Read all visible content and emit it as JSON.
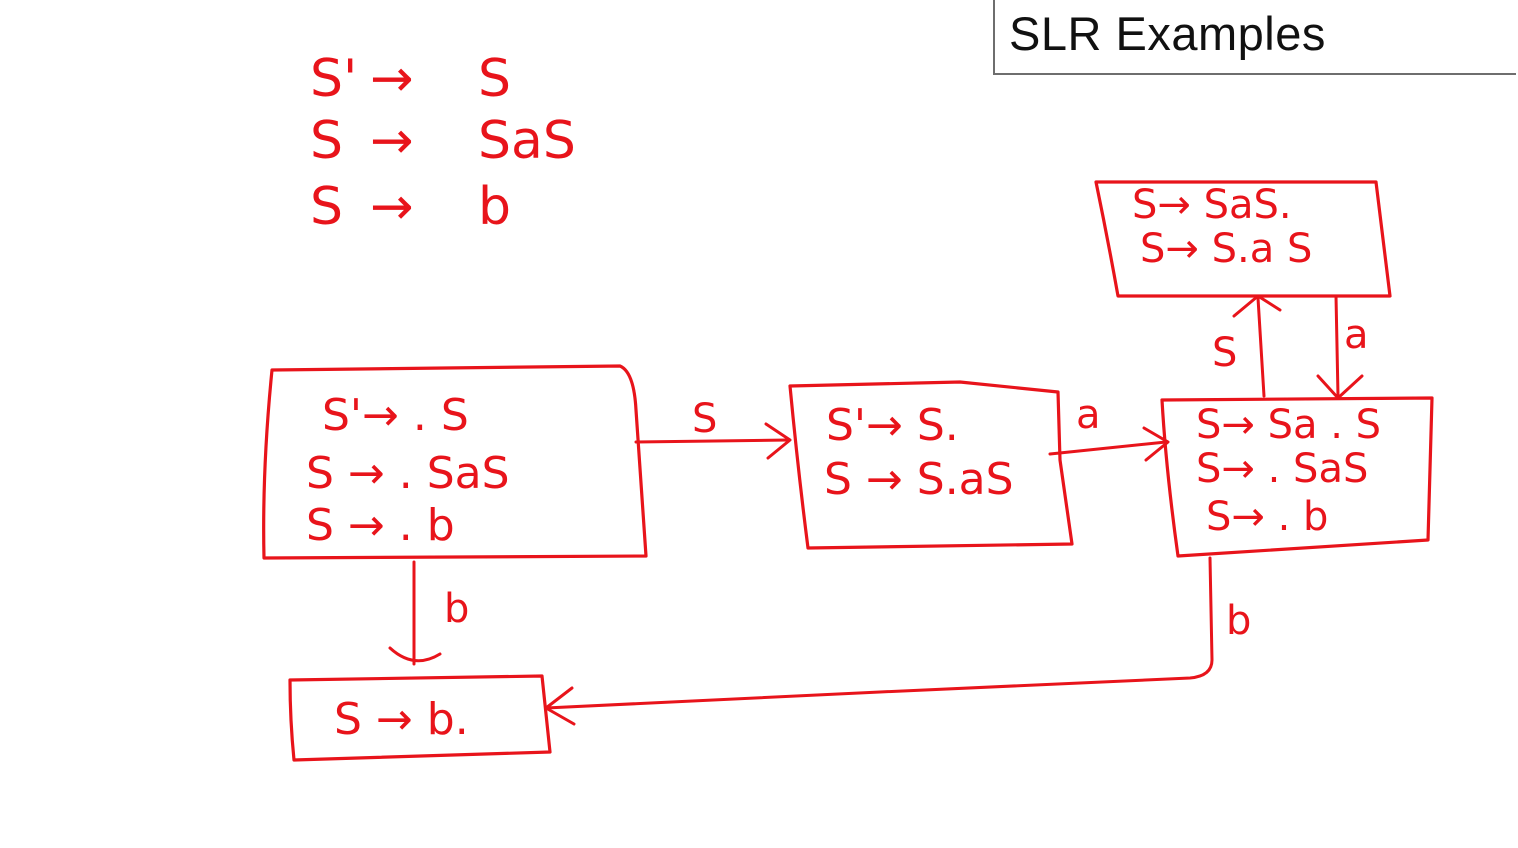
{
  "title": "SLR Examples",
  "colors": {
    "ink": "#e8141b",
    "title_border": "#6e6e6e"
  },
  "grammar": [
    {
      "lhs": "S'",
      "rhs": "S"
    },
    {
      "lhs": "S",
      "rhs": "SaS"
    },
    {
      "lhs": "S",
      "rhs": "b"
    }
  ],
  "arrow_glyph": "→",
  "states": {
    "i0": [
      "S'→ . S",
      "S → . SaS",
      "S → . b"
    ],
    "i1": [
      "S'→ S.",
      "S → S.aS"
    ],
    "i2": [
      "S→ Sa . S",
      "S→ . SaS",
      "S→ . b"
    ],
    "i3": [
      "S→ SaS.",
      "S→ S.a S"
    ],
    "i4": [
      "S → b."
    ]
  },
  "transitions": {
    "i0_to_i1": "S",
    "i1_to_i2": "a",
    "i2_to_i3": "S",
    "i3_to_i2": "a",
    "i0_to_i4": "b",
    "i2_to_i4": "b"
  }
}
